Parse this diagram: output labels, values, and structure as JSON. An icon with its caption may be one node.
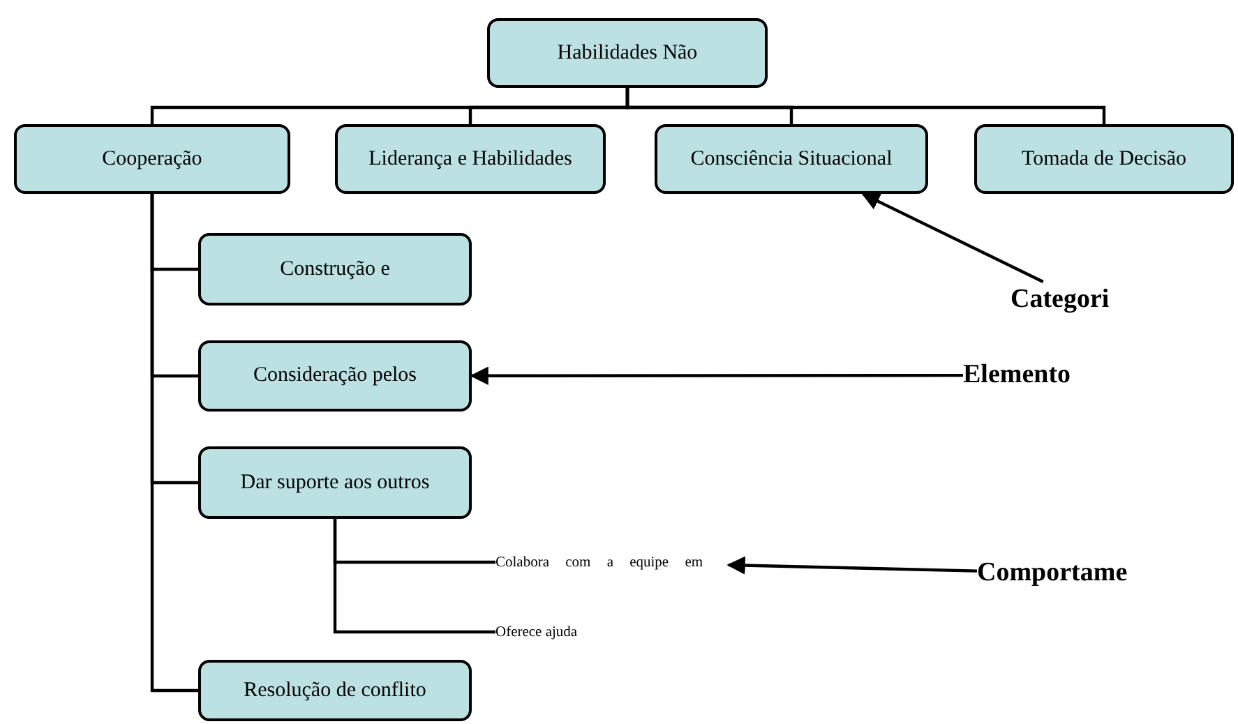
{
  "diagram": {
    "nodes": [
      {
        "text": [
          "Habilidades Não"
        ]
      },
      {
        "text": [
          "Cooperação"
        ]
      },
      {
        "text": [
          "Liderança e Habilidades"
        ]
      },
      {
        "text": [
          "Consciência Situacional"
        ]
      },
      {
        "text": [
          "Tomada de Decisão"
        ]
      },
      {
        "text": [
          "Construção e"
        ]
      },
      {
        "text": [
          "Consideração pelos"
        ]
      },
      {
        "text": [
          "Dar suporte aos outros"
        ]
      },
      {
        "text": [
          "Colabora com a equipe em"
        ]
      },
      {
        "text": [
          "Oferece ajuda"
        ]
      },
      {
        "text": [
          "Resolução de conflito"
        ]
      },
      {
        "text": [
          "Categori"
        ]
      },
      {
        "text": [
          "Elemento"
        ]
      },
      {
        "text": [
          "Comportame"
        ]
      }
    ],
    "edges": [
      {
        "from": 0,
        "to": 1,
        "arrow": "none"
      },
      {
        "from": 0,
        "to": 2,
        "arrow": "none"
      },
      {
        "from": 0,
        "to": 3,
        "arrow": "none"
      },
      {
        "from": 0,
        "to": 4,
        "arrow": "none"
      },
      {
        "from": 1,
        "to": 5,
        "arrow": "none"
      },
      {
        "from": 1,
        "to": 6,
        "arrow": "none"
      },
      {
        "from": 1,
        "to": 7,
        "arrow": "none"
      },
      {
        "from": 1,
        "to": 10,
        "arrow": "none"
      },
      {
        "from": 7,
        "to": 8,
        "arrow": "none"
      },
      {
        "from": 7,
        "to": 9,
        "arrow": "none"
      },
      {
        "from": 11,
        "to": 3,
        "arrow": "to"
      },
      {
        "from": 12,
        "to": 6,
        "arrow": "to"
      },
      {
        "from": 13,
        "to": 8,
        "arrow": "to"
      }
    ]
  }
}
